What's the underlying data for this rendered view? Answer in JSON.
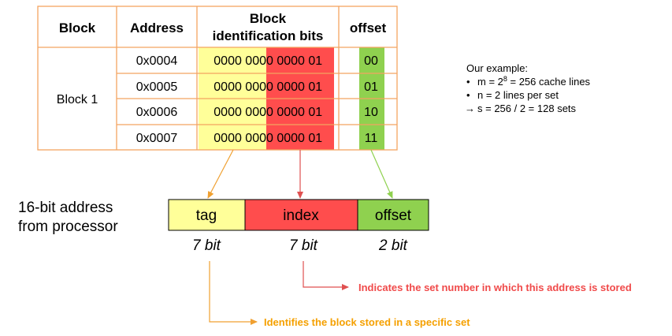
{
  "table": {
    "headers": {
      "block": "Block",
      "address": "Address",
      "block_id_line1": "Block",
      "block_id_line2": "identification bits",
      "offset": "offset"
    },
    "block_label": "Block 1",
    "rows": [
      {
        "address": "0x0004",
        "tag_bits": "0000 000",
        "index_bits": "0 0000 01",
        "offset_bits": "00"
      },
      {
        "address": "0x0005",
        "tag_bits": "0000 000",
        "index_bits": "0 0000 01",
        "offset_bits": "01"
      },
      {
        "address": "0x0006",
        "tag_bits": "0000 000",
        "index_bits": "0 0000 01",
        "offset_bits": "10"
      },
      {
        "address": "0x0007",
        "tag_bits": "0000 000",
        "index_bits": "0 0000 01",
        "offset_bits": "11"
      }
    ]
  },
  "address_label": {
    "line1": "16-bit address",
    "line2": "from processor"
  },
  "address_fields": [
    {
      "label": "tag",
      "bits": "7 bit",
      "color": "#ffff99"
    },
    {
      "label": "index",
      "bits": "7 bit",
      "color": "#ff4d4d"
    },
    {
      "label": "offset",
      "bits": "2 bit",
      "color": "#8fd14f"
    }
  ],
  "example": {
    "title": "Our example:",
    "m_prefix": "m = 2",
    "m_exponent": "8",
    "m_suffix": " = 256 cache lines",
    "n_line": "n = 2 lines per set",
    "s_line": "s = 256 / 2 = 128 sets",
    "bullet": "•",
    "arrow": "→"
  },
  "annotations": {
    "index_note": "Indicates the set number in which this address is stored",
    "tag_note": "Identifies the block stored in a specific set"
  },
  "colors": {
    "table_border": "#f4a460",
    "tag_fill": "#ffff99",
    "index_fill": "#ff4d4d",
    "offset_fill": "#8fd14f",
    "tag_arrow": "#f0a030",
    "index_arrow": "#e05050",
    "offset_arrow": "#8fd14f",
    "index_note": "#f04a4a",
    "tag_note": "#f5a000"
  }
}
